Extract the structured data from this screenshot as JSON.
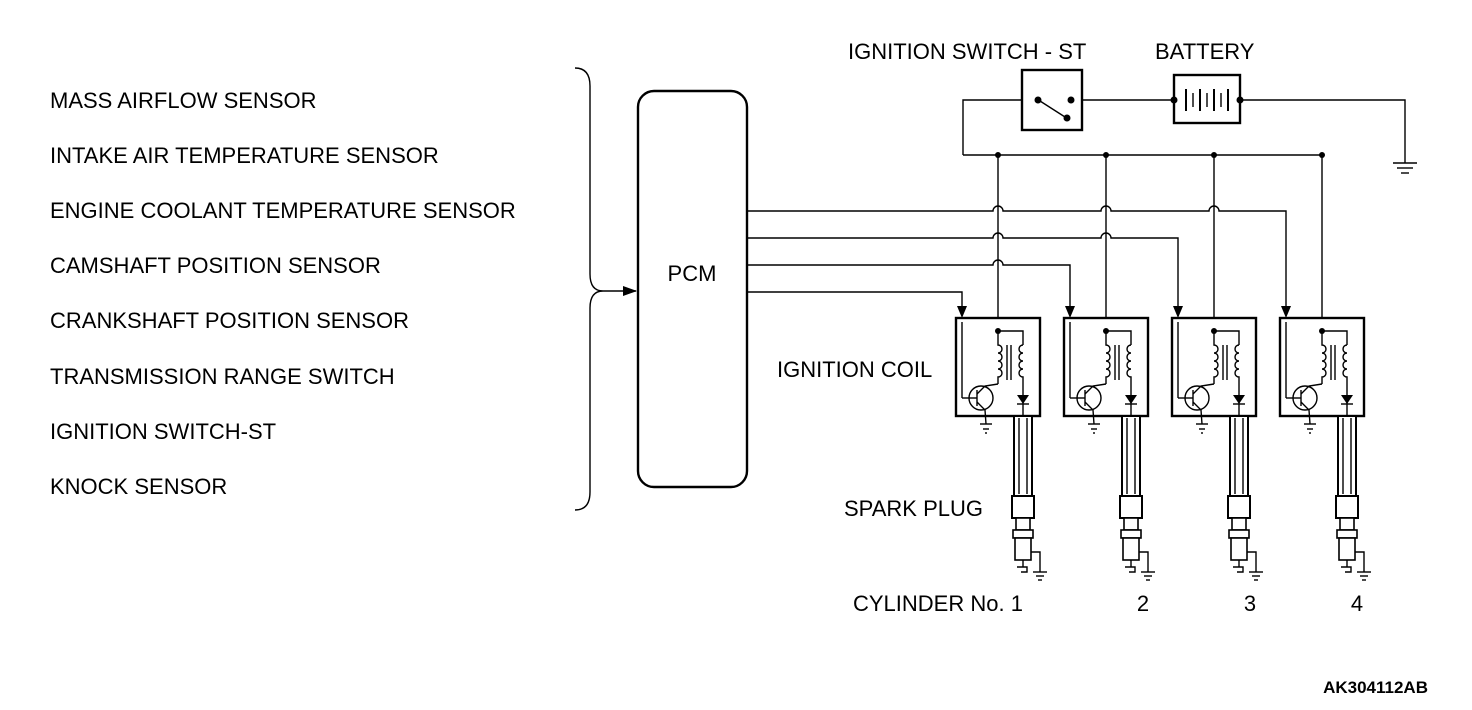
{
  "inputs": [
    "MASS AIRFLOW SENSOR",
    "INTAKE AIR TEMPERATURE SENSOR",
    "ENGINE COOLANT TEMPERATURE SENSOR",
    "CAMSHAFT POSITION SENSOR",
    "CRANKSHAFT POSITION SENSOR",
    "TRANSMISSION RANGE SWITCH",
    "IGNITION SWITCH-ST",
    "KNOCK SENSOR"
  ],
  "pcm_label": "PCM",
  "ignition_switch_label": "IGNITION SWITCH - ST",
  "battery_label": "BATTERY",
  "ignition_coil_label": "IGNITION COIL",
  "spark_plug_label": "SPARK PLUG",
  "cylinders": [
    "CYLINDER No. 1",
    "2",
    "3",
    "4"
  ],
  "figure_code": "AK304112AB"
}
